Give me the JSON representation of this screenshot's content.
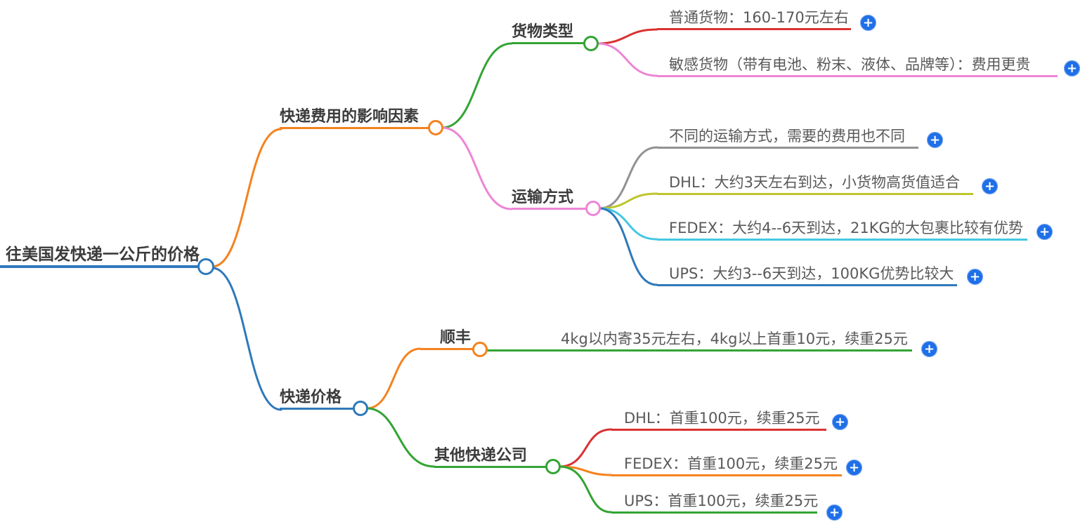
{
  "palette": {
    "blue": "#2e79bb",
    "orange": "#f5821f",
    "green": "#33a433",
    "red": "#da3232",
    "pink": "#ee85d5",
    "gray": "#929292",
    "olive": "#bdc52b",
    "cyan": "#45c8e2",
    "plus_button": "#1e6fe8",
    "label_text": "#3b3b3b",
    "leaf_text": "#595959"
  },
  "icons": {
    "plus": "+"
  },
  "mindmap": {
    "root": {
      "label": "往美国发快递一公斤的价格",
      "color": "#2e79bb",
      "children": [
        {
          "label": "快递费用的影响因素",
          "color": "#f5821f",
          "children": [
            {
              "label": "货物类型",
              "color": "#33a433",
              "children": [
                {
                  "label": "普通货物：160-170元左右",
                  "color": "#da3232",
                  "has_plus": true
                },
                {
                  "label": "敏感货物（带有电池、粉末、液体、品牌等）：费用更贵",
                  "color": "#ee85d5",
                  "has_plus": true
                }
              ]
            },
            {
              "label": "运输方式",
              "color": "#ee85d5",
              "children": [
                {
                  "label": "不同的运输方式，需要的费用也不同",
                  "color": "#929292",
                  "has_plus": true
                },
                {
                  "label": "DHL：大约3天左右到达，小货物高货值适合",
                  "color": "#bdc52b",
                  "has_plus": true
                },
                {
                  "label": "FEDEX：大约4--6天到达，21KG的大包裹比较有优势",
                  "color": "#45c8e2",
                  "has_plus": true
                },
                {
                  "label": "UPS：大约3--6天到达，100KG优势比较大",
                  "color": "#2e79bb",
                  "has_plus": true
                }
              ]
            }
          ]
        },
        {
          "label": "快递价格",
          "color": "#2e79bb",
          "children": [
            {
              "label": "顺丰",
              "color": "#f5821f",
              "children": [
                {
                  "label": "4kg以内寄35元左右，4kg以上首重10元，续重25元",
                  "color": "#33a433",
                  "has_plus": true
                }
              ]
            },
            {
              "label": "其他快递公司",
              "color": "#33a433",
              "children": [
                {
                  "label": "DHL：首重100元，续重25元",
                  "color": "#da3232",
                  "has_plus": true
                },
                {
                  "label": "FEDEX：首重100元，续重25元",
                  "color": "#f5821f",
                  "has_plus": true
                },
                {
                  "label": "UPS：首重100元，续重25元",
                  "color": "#33a433",
                  "has_plus": true
                }
              ]
            }
          ]
        }
      ]
    }
  }
}
